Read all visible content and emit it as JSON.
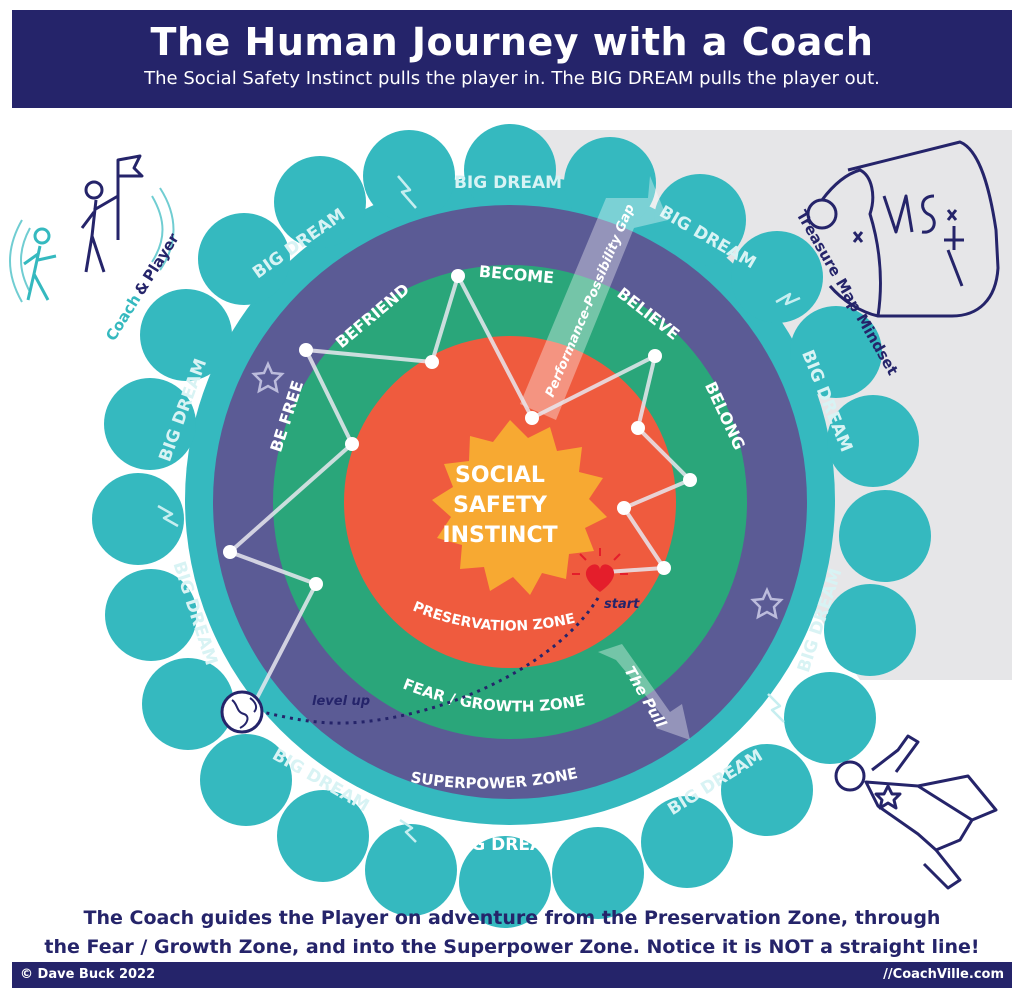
{
  "header": {
    "title": "The Human Journey with a Coach",
    "subtitle": "The Social Safety Instinct pulls the player in. The BIG DREAM pulls the player out."
  },
  "rings": {
    "big_dream_label": "BIG DREAM",
    "superpower": "SUPERPOWER ZONE",
    "fear_growth": "FEAR / GROWTH ZONE",
    "preservation": "PRESERVATION ZONE",
    "center_line1": "SOCIAL",
    "center_line2": "SAFETY",
    "center_line3": "INSTINCT"
  },
  "stages": {
    "be_free": "BE FREE",
    "befriend": "BEFRIEND",
    "become": "BECOME",
    "believe": "BELIEVE",
    "belong": "BELONG"
  },
  "annotations": {
    "start": "start",
    "level_up": "level up",
    "the_pull": "The Pull",
    "performance_gap": "Performance-Possibility Gap"
  },
  "corner_labels": {
    "coach": "Coach",
    "amp": "&",
    "player": "Player",
    "treasure": "Treasure Map Mindset"
  },
  "footer": {
    "line1": "The Coach guides the Player on adventure from the Preservation Zone, through",
    "line2": "the Fear / Growth Zone, and into the Superpower Zone. Notice it is NOT a straight line!",
    "copyright": "© Dave Buck 2022",
    "site": "//CoachVille.com"
  },
  "colors": {
    "navy": "#25246a",
    "teal": "#35b9bf",
    "purple": "#5b5b95",
    "green": "#2aa67a",
    "red": "#ef5b3e",
    "orange": "#f7a932"
  }
}
